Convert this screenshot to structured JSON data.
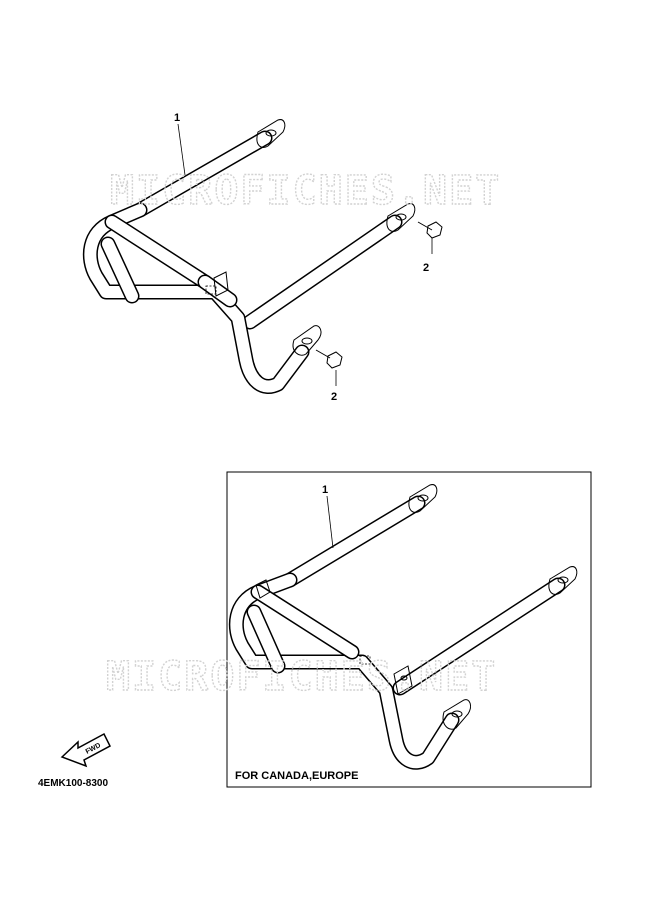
{
  "diagram": {
    "watermark": "MICROFICHES.NET",
    "callouts": {
      "upper_part_1": "1",
      "upper_bolt_right": "2",
      "upper_bolt_left": "2",
      "inset_part_1": "1"
    },
    "inset_note": "FOR CANADA,EUROPE",
    "fwd_label": "FWD",
    "diagram_code": "4EMK100-8300"
  }
}
